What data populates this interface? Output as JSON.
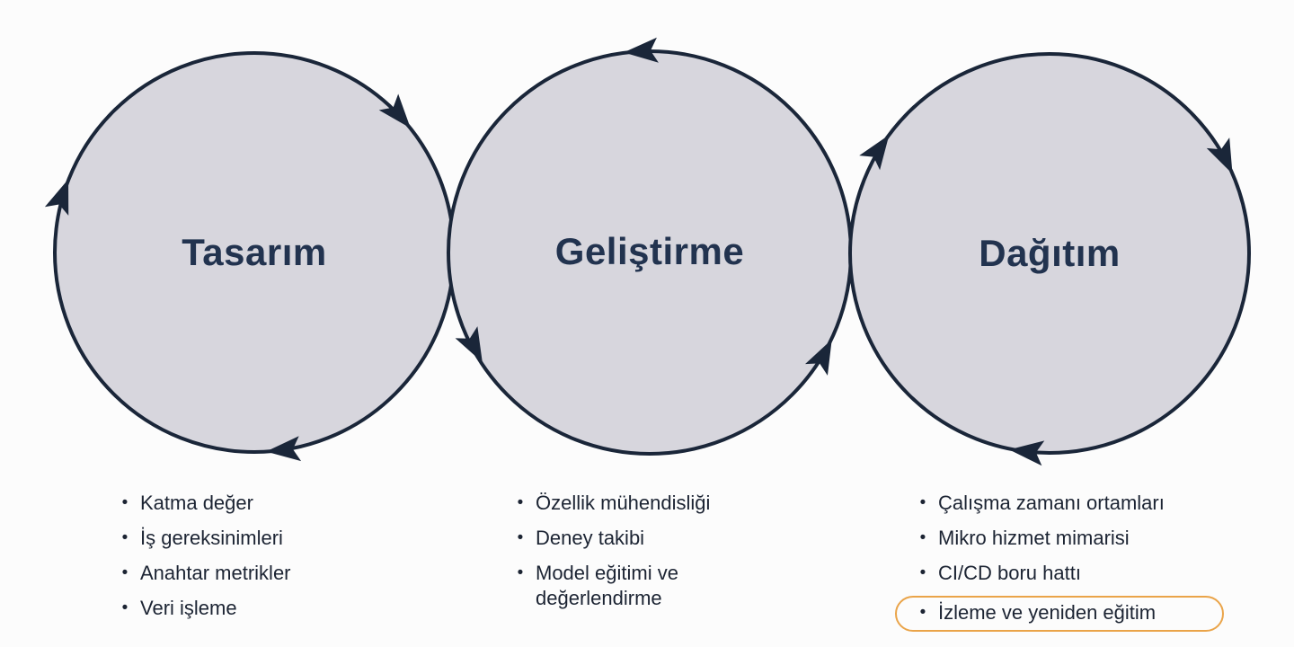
{
  "background": "#fcfcfc",
  "colors": {
    "circle_fill": "#d7d6dd",
    "line": "#1a2639",
    "title": "#22334f",
    "text": "#1c2433",
    "highlight": "#eaa449"
  },
  "bullet_char": "•",
  "stages": [
    {
      "title": "Tasarım",
      "bullets": [
        "Katma değer",
        "İş gereksinimleri",
        "Anahtar metrikler",
        "Veri işleme"
      ]
    },
    {
      "title": "Geliştirme",
      "bullets": [
        "Özellik mühendisliği",
        "Deney takibi",
        "Model eğitimi ve değerlendirme"
      ]
    },
    {
      "title": "Dağıtım",
      "bullets": [
        "Çalışma zamanı ortamları",
        "Mikro hizmet mimarisi",
        "CI/CD boru hattı",
        "İzleme ve yeniden eğitim"
      ],
      "highlighted_bullet": "İzleme ve yeniden eğitim"
    }
  ]
}
